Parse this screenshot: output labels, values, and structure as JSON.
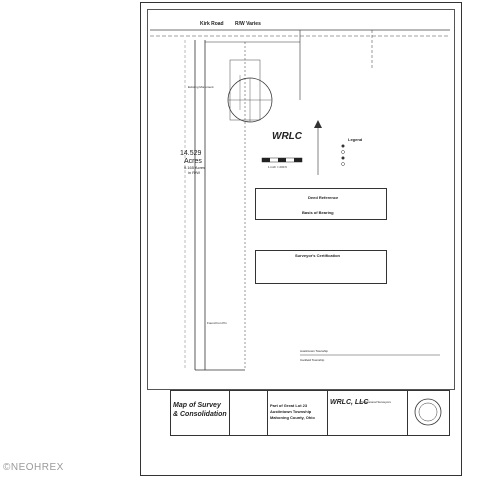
{
  "road": {
    "name": "Kirk Road",
    "rw": "R/W Varies"
  },
  "parcel": {
    "acres": "14.529",
    "acres_unit": "Acres",
    "rw_acres": "0.165 Acres",
    "rw_unit": "in R/W"
  },
  "logo_text": "WRLC",
  "legend": {
    "title": "Legend"
  },
  "scale": {
    "label": "1 inch = 200 ft"
  },
  "deed_reference": {
    "title": "Deed Reference"
  },
  "basis_of_bearing": {
    "title": "Basis of Bearing"
  },
  "surveyor_cert": {
    "title": "Surveyor's Certification"
  },
  "labels": {
    "township_austintown": "Austintown Township",
    "township_canfield": "Canfield Township",
    "existing_monument": "Existing Monument",
    "found_iron": "Found Iron Pin"
  },
  "title_block": {
    "map_title_1": "Map of Survey",
    "map_title_2": "& Consolidation",
    "lot_line_1": "Part of Great Lot 23",
    "lot_line_2": "Austintown Township",
    "lot_line_3": "Mahoning County, Ohio",
    "company": "WRLC, LLC",
    "company_sub": "Professional Surveyors"
  },
  "watermark": "©NEOHREX"
}
